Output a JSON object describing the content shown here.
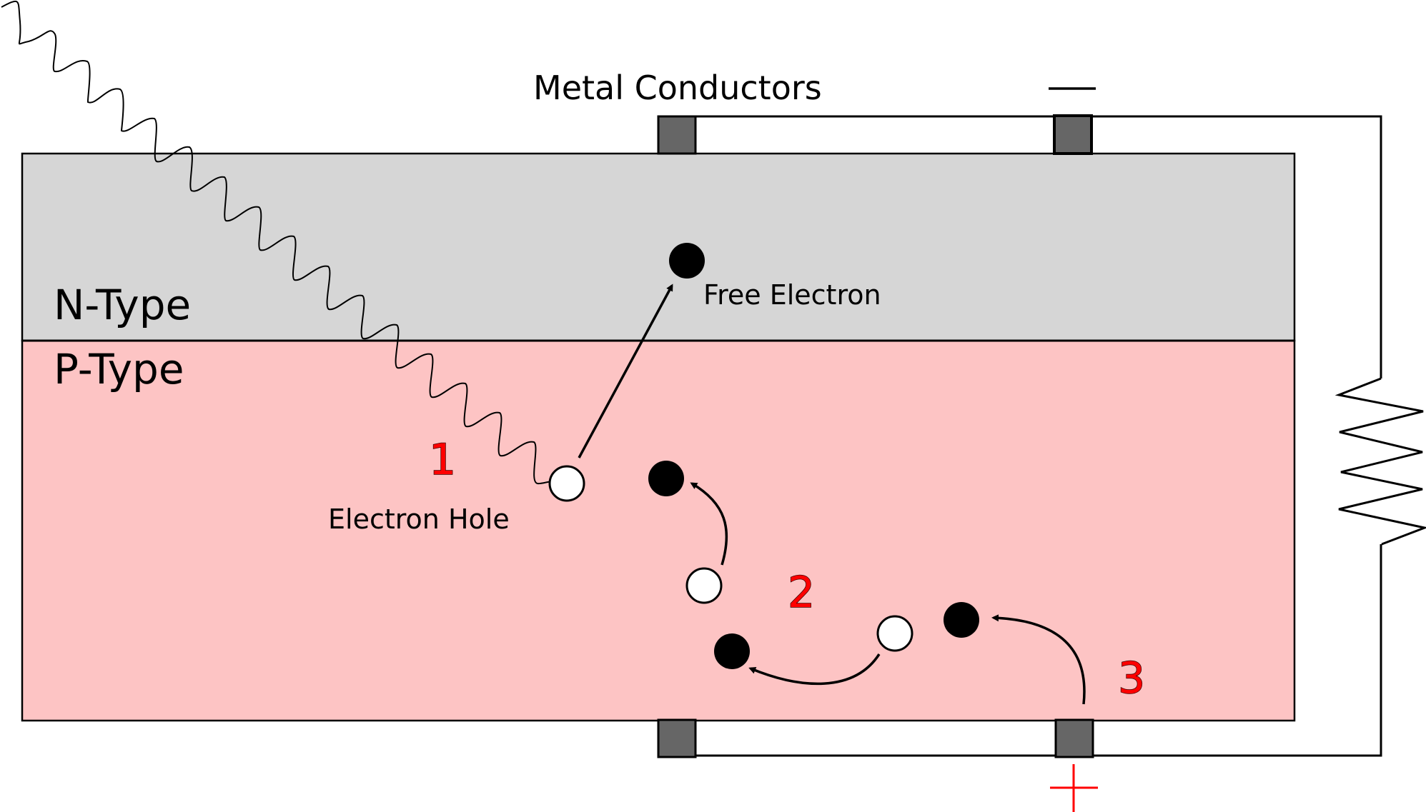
{
  "title": "Solar cell (P-N junction) operation diagram",
  "labels": {
    "metal_conductors": "Metal Conductors",
    "n_type": "N-Type",
    "p_type": "P-Type",
    "free_electron": "Free Electron",
    "electron_hole": "Electron Hole",
    "negative_terminal": "—",
    "positive_terminal": "+"
  },
  "steps": [
    {
      "id": 1,
      "label": "1"
    },
    {
      "id": 2,
      "label": "2"
    },
    {
      "id": 3,
      "label": "3"
    }
  ],
  "colors": {
    "n_type_fill": "#d6d6d6",
    "p_type_fill": "#fdc4c4",
    "contact_fill": "#666666",
    "step_number": "#ff0000",
    "positive_terminal": "#ff0000",
    "stroke": "#000000",
    "hole_fill": "#ffffff",
    "electron_fill": "#000000"
  },
  "legend": {
    "electron": "filled black circle",
    "hole": "hollow white circle",
    "photon": "wavy line (incoming light)",
    "load": "resistor"
  }
}
